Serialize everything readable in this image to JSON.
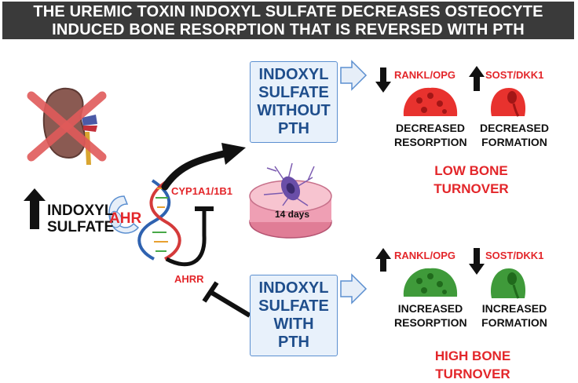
{
  "title": {
    "line1": "THE UREMIC TOXIN INDOXYL SULFATE DECREASES OSTEOCYTE",
    "line2": "INDUCED BONE RESORPTION THAT IS REVERSED WITH PTH"
  },
  "left": {
    "toxin_line1": "INDOXYL",
    "toxin_line2": "SULFATE",
    "receptor": "AHR",
    "gene": "CYP1A1/1B1",
    "repressor": "AHRR"
  },
  "dish": {
    "label": "14 days"
  },
  "top_path": {
    "box_line1": "INDOXYL",
    "box_line2": "SULFATE",
    "box_line3": "WITHOUT",
    "box_line4": "PTH",
    "marker1": "RANKL/OPG",
    "marker2": "SOST/DKK1",
    "effect1_line1": "DECREASED",
    "effect1_line2": "RESORPTION",
    "effect2_line1": "DECREASED",
    "effect2_line2": "FORMATION",
    "outcome_line1": "LOW BONE",
    "outcome_line2": "TURNOVER",
    "cell_color": "#e8322e"
  },
  "bottom_path": {
    "box_line1": "INDOXYL",
    "box_line2": "SULFATE",
    "box_line3": "WITH",
    "box_line4": "PTH",
    "marker1": "RANKL/OPG",
    "marker2": "SOST/DKK1",
    "effect1_line1": "INCREASED",
    "effect1_line2": "RESORPTION",
    "effect2_line1": "INCREASED",
    "effect2_line2": "FORMATION",
    "outcome_line1": "HIGH BONE",
    "outcome_line2": "TURNOVER",
    "cell_color": "#3f9a3a"
  },
  "colors": {
    "accent_red": "#e3262a",
    "box_border": "#5b8fd0",
    "box_text": "#1f4e8c",
    "title_bg": "#3a3a3a"
  }
}
